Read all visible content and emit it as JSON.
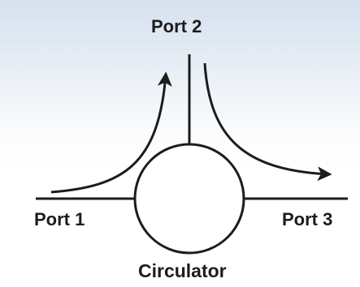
{
  "diagram": {
    "ports": {
      "port1": "Port 1",
      "port2": "Port 2",
      "port3": "Port 3"
    },
    "component_label": "Circulator"
  },
  "colors": {
    "stroke": "#1c1c1c",
    "background_top": "#d6e1ee",
    "background_bottom": "#ffffff"
  }
}
